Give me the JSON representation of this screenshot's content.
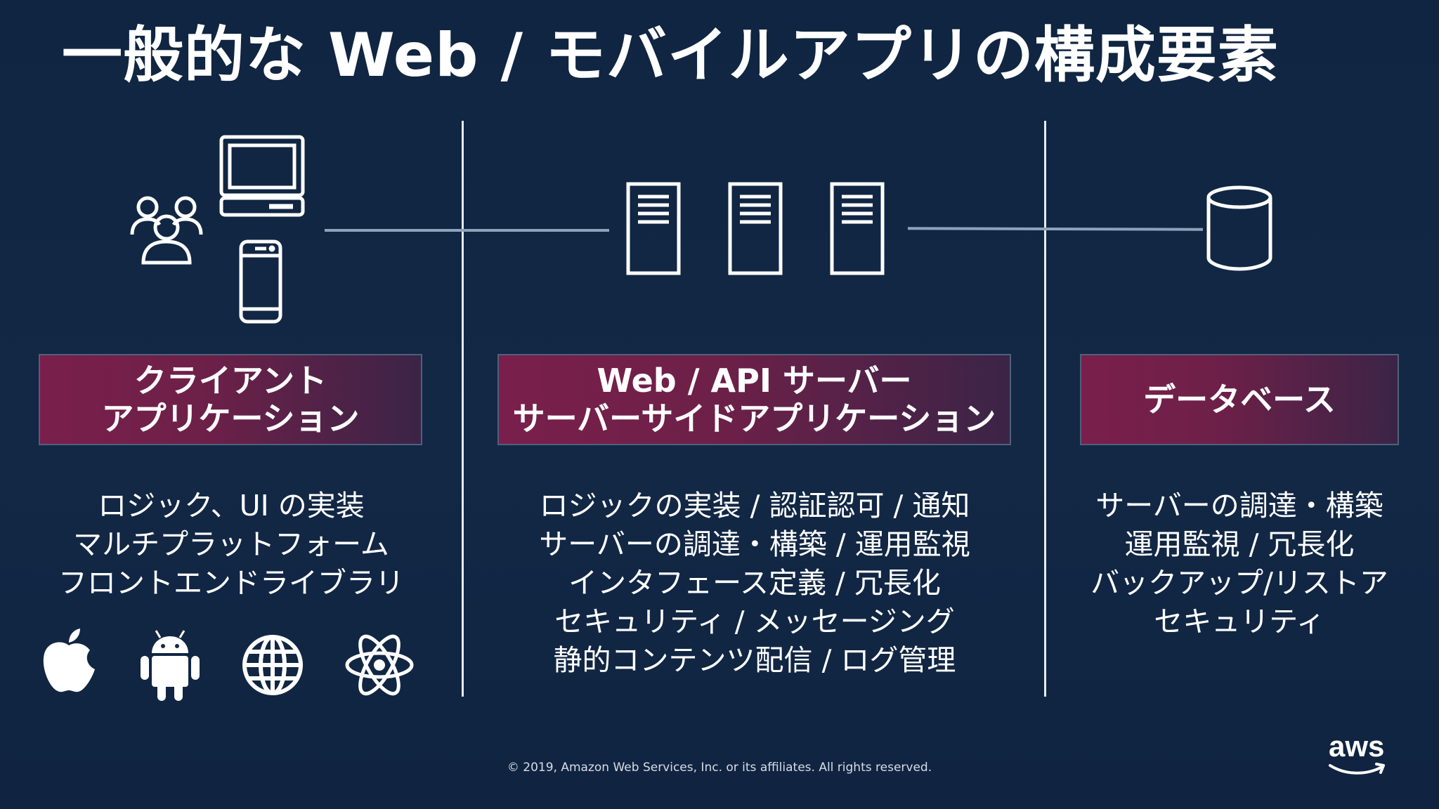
{
  "slide": {
    "title": "一般的な Web / モバイルアプリの構成要素",
    "footer": "© 2019, Amazon Web Services, Inc. or its affiliates. All rights reserved.",
    "logo_text": "aws"
  },
  "colors": {
    "background": "#102540",
    "box_gradient_start": "#7a1f4c",
    "box_gradient_end": "#3b2447",
    "connector": "#8da3ba",
    "divider": "#e6ebf1"
  },
  "sections": [
    {
      "heading": [
        "クライアント",
        "アプリケーション"
      ],
      "description": [
        "ロジック、UI の実装",
        "マルチプラットフォーム",
        "フロントエンドライブラリ"
      ],
      "icons": [
        "users-icon",
        "desktop-computer-icon",
        "smartphone-icon"
      ],
      "platform_icons": [
        "apple-icon",
        "android-icon",
        "globe-icon",
        "react-atom-icon"
      ]
    },
    {
      "heading": [
        "Web / API サーバー",
        "サーバーサイドアプリケーション"
      ],
      "description": [
        "ロジックの実装 / 認証認可 / 通知",
        "サーバーの調達・構築 / 運用監視",
        "インタフェース定義 / 冗長化",
        "セキュリティ / メッセージング",
        "静的コンテンツ配信 / ログ管理"
      ],
      "icons": [
        "server-icon",
        "server-icon",
        "server-icon"
      ]
    },
    {
      "heading": [
        "データベース"
      ],
      "description": [
        "サーバーの調達・構築",
        "運用監視 / 冗長化",
        "バックアップ/リストア",
        "セキュリティ"
      ],
      "icons": [
        "database-icon"
      ]
    }
  ]
}
